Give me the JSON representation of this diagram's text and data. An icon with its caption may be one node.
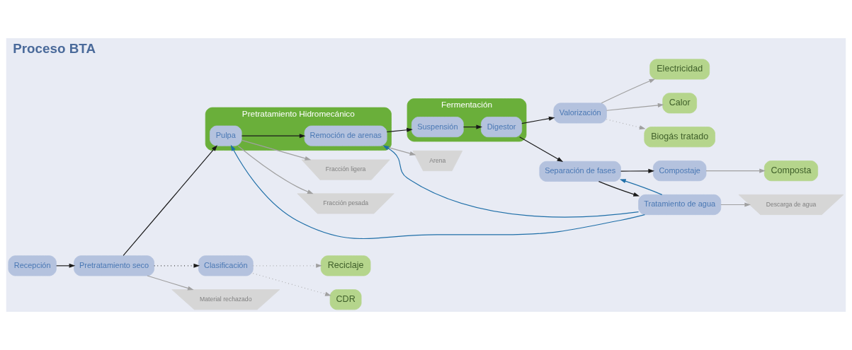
{
  "diagram": {
    "title": "Proceso BTA",
    "nodes": [
      {
        "text": [
          "Reciclaje"
        ]
      },
      {
        "text": [
          "CDR"
        ]
      },
      {
        "text": [
          "Electricidad"
        ]
      },
      {
        "text": [
          "Calor"
        ]
      },
      {
        "text": [
          "Biogás tratado"
        ]
      },
      {
        "text": [
          "Composta"
        ]
      },
      {
        "text": [
          "Clasificación"
        ]
      },
      {
        "text": [
          "Valorización"
        ]
      },
      {
        "text": [
          "Compostaje"
        ]
      },
      {
        "text": [
          "Recepción"
        ]
      },
      {
        "text": [
          "Pretratamiento seco"
        ]
      },
      {
        "text": [
          "Pretratamiento Hidromecánico"
        ]
      },
      {
        "text": [
          "Pulpa"
        ],
        "in": 11
      },
      {
        "text": [
          "Remoción de arenas"
        ],
        "in": 11
      },
      {
        "text": [
          "Fermentación"
        ]
      },
      {
        "text": [
          "Suspensión"
        ],
        "in": 14
      },
      {
        "text": [
          "Digestor"
        ],
        "in": 14
      },
      {
        "text": [
          "Separación de fases"
        ]
      },
      {
        "text": [
          "Tratamiento de agua"
        ]
      },
      {
        "text": [
          "Material rechazado"
        ]
      },
      {
        "text": [
          "Fracción ligera"
        ]
      },
      {
        "text": [
          "Fracción pesada"
        ]
      },
      {
        "text": [
          "Arena"
        ]
      },
      {
        "text": [
          "Descarga de agua"
        ]
      }
    ],
    "edges": [
      {
        "from": 9,
        "to": 10,
        "arrow": "to",
        "color": "#1a1a1a"
      },
      {
        "from": 10,
        "to": 12,
        "arrow": "to",
        "color": "#1a1a1a"
      },
      {
        "from": 12,
        "to": 13,
        "arrow": "to",
        "color": "#1a1a1a"
      },
      {
        "from": 13,
        "to": 15,
        "arrow": "to",
        "color": "#1a1a1a"
      },
      {
        "from": 15,
        "to": 16,
        "arrow": "to",
        "color": "#1a1a1a"
      },
      {
        "from": 16,
        "to": 17,
        "arrow": "to",
        "color": "#1a1a1a"
      },
      {
        "from": 16,
        "to": 7,
        "arrow": "to",
        "color": "#1a1a1a"
      },
      {
        "from": 10,
        "to": 6,
        "arrow": "to",
        "style": "dashed",
        "color": "#1a1a1a"
      },
      {
        "from": 6,
        "to": 0,
        "arrow": "to",
        "style": "dashed"
      },
      {
        "from": 6,
        "to": 1,
        "arrow": "to",
        "style": "dashed"
      },
      {
        "from": 7,
        "to": 2,
        "arrow": "to"
      },
      {
        "from": 7,
        "to": 3,
        "arrow": "to"
      },
      {
        "from": 7,
        "to": 4,
        "arrow": "to",
        "style": "dashed"
      },
      {
        "from": 17,
        "to": 8,
        "arrow": "to",
        "color": "#1a1a1a"
      },
      {
        "from": 17,
        "to": 18,
        "arrow": "to",
        "color": "#1a1a1a"
      },
      {
        "from": 8,
        "to": 5,
        "arrow": "to"
      },
      {
        "from": 10,
        "to": 19,
        "arrow": "to"
      },
      {
        "from": 12,
        "to": 20,
        "arrow": "to"
      },
      {
        "from": 12,
        "to": 21,
        "arrow": "to"
      },
      {
        "from": 13,
        "to": 22,
        "arrow": "to"
      },
      {
        "from": 18,
        "to": 23,
        "arrow": "to"
      },
      {
        "from": 18,
        "to": 12,
        "arrow": "to",
        "color": "#1f6fa8"
      },
      {
        "from": 18,
        "to": 13,
        "arrow": "to",
        "color": "#1f6fa8"
      },
      {
        "from": 18,
        "to": 17,
        "arrow": "to",
        "color": "#1f6fa8"
      }
    ]
  }
}
